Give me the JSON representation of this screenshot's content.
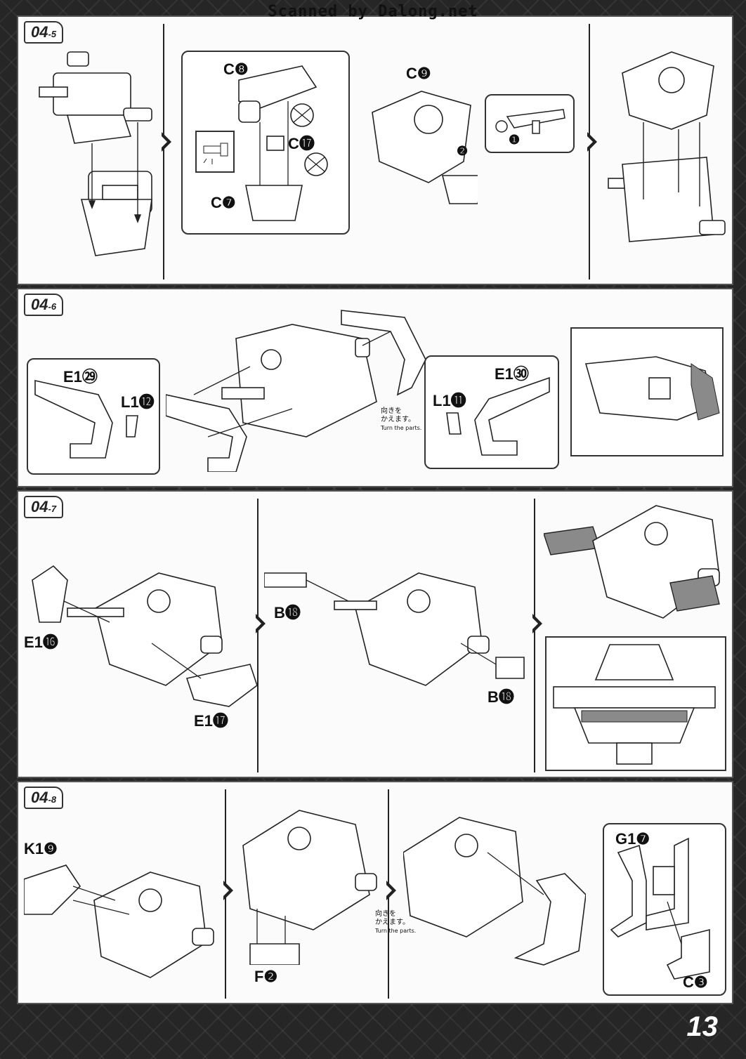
{
  "watermark": "Scanned by Dalong.net",
  "page_number": "13",
  "steps": {
    "s5": {
      "tag_main": "04",
      "tag_sub": "-5",
      "labels": {
        "c8": "C❽",
        "c9": "C❾",
        "c17": "C⓱",
        "c7": "C❼",
        "n1": "❶",
        "n2": "❷"
      }
    },
    "s6": {
      "tag_main": "04",
      "tag_sub": "-6",
      "labels": {
        "e1_29": "E1㉙",
        "l1_12": "L1⓬",
        "e1_30": "E1㉚",
        "l1_11": "L1⓫"
      },
      "turn_note_jp_1": "向きを",
      "turn_note_jp_2": "かえます。",
      "turn_note_en": "Turn the parts."
    },
    "s7": {
      "tag_main": "04",
      "tag_sub": "-7",
      "labels": {
        "e1_16": "E1⓰",
        "e1_17": "E1⓱",
        "b18_a": "B⓲",
        "b18_b": "B⓲"
      }
    },
    "s8": {
      "tag_main": "04",
      "tag_sub": "-8",
      "labels": {
        "k1_9": "K1❾",
        "f2": "F❷",
        "g1_7": "G1❼",
        "c3": "C❸"
      },
      "turn_note_jp_1": "向きを",
      "turn_note_jp_2": "かえます。",
      "turn_note_en": "Turn the parts."
    }
  },
  "colors": {
    "frame": "#262626",
    "panel": "#fbfbfb",
    "ink": "#111111",
    "highlight": "#8a8a8a"
  },
  "icons": [
    "next-arrow-icon",
    "part-assembly-drawing",
    "gate-nub-icon"
  ]
}
